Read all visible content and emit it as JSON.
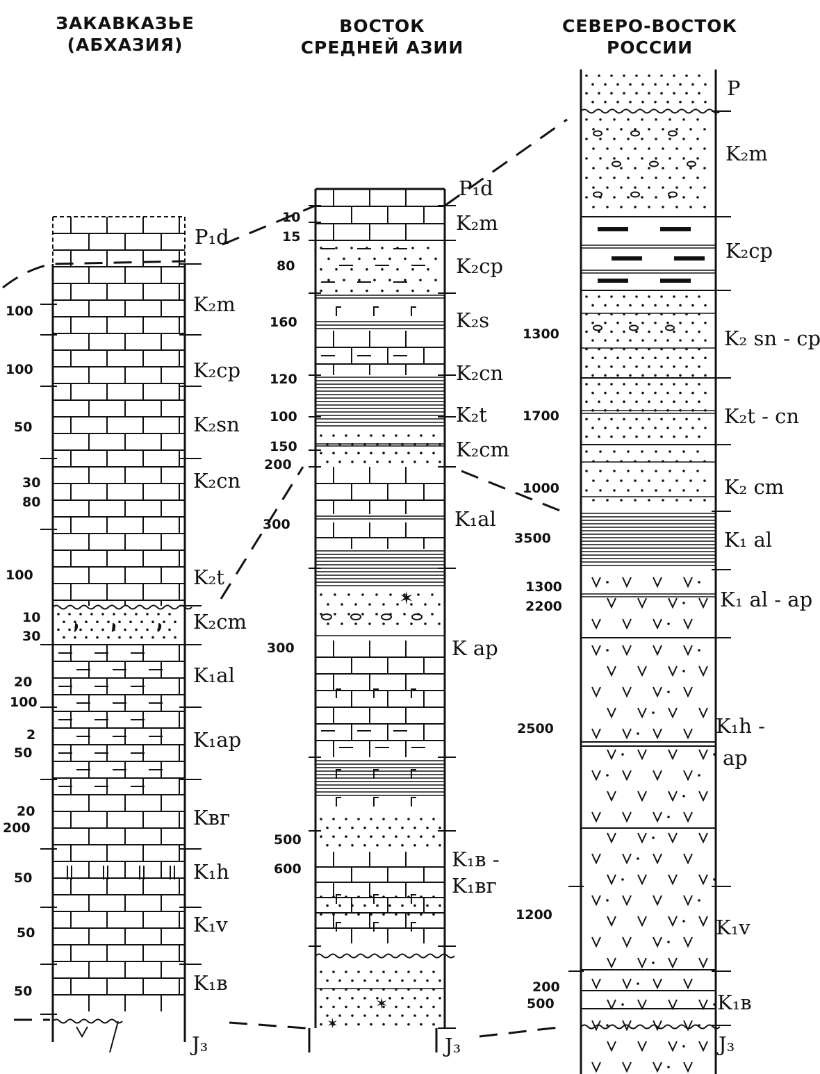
{
  "headers": {
    "col1": [
      "ЗАКАВКАЗЬЕ",
      "(АБХАЗИЯ)"
    ],
    "col2": [
      "ВОСТОК",
      "СРЕДНЕЙ АЗИИ"
    ],
    "col3": [
      "СЕВЕРО-ВОСТОК",
      "РОССИИ"
    ]
  },
  "col1": {
    "units": [
      "P₁d",
      "K₂m",
      "K₂cp",
      "K₂sn",
      "K₂cn",
      "K₂t",
      "K₂cm",
      "K₁al",
      "K₁ap",
      "Kвг",
      "K₁h",
      "K₁v",
      "K₁в",
      "J₃"
    ],
    "thicknesses": [
      "100",
      "100",
      "50",
      "30",
      "80",
      "100",
      "10",
      "30",
      "20",
      "100",
      "2",
      "50",
      "20",
      "200",
      "50",
      "50",
      "50"
    ]
  },
  "col2": {
    "units": [
      "P₁d",
      "K₂m",
      "K₂cp",
      "K₂s",
      "K₂cn",
      "K₂t",
      "K₂cm",
      "K₁al",
      "K ap",
      "K₁в -",
      "K₁вг",
      "J₃"
    ],
    "thicknesses": [
      "10",
      "15",
      "80",
      "160",
      "120",
      "100",
      "150",
      "200",
      "300",
      "300",
      "500",
      "600"
    ]
  },
  "col3": {
    "units": [
      "P",
      "K₂m",
      "K₂cp",
      "K₂ sn - cp₁",
      "K₂t - cn",
      "K₂ cm",
      "K₁ al",
      "K₁ al - ap",
      "K₁h -",
      "ap",
      "K₁v",
      "K₁в",
      "J₃"
    ],
    "thicknesses": [
      "1300",
      "1700",
      "1000",
      "3500",
      "1300",
      "2200",
      "2500",
      "1200",
      "200",
      "500"
    ]
  }
}
